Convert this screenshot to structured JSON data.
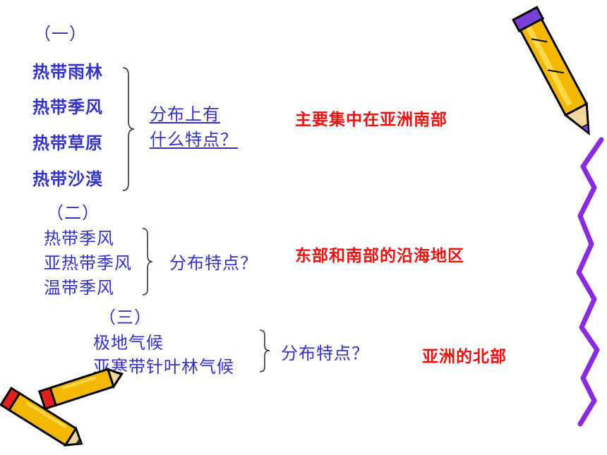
{
  "section1": {
    "heading": "（一）",
    "items": [
      "热带雨林",
      "热带季风",
      "热带草原",
      "热带沙漠"
    ],
    "question_line1": "分布上有",
    "question_line2": "什么特点？",
    "answer": "主要集中在亚洲南部"
  },
  "section2": {
    "heading": "（二）",
    "items": [
      "热带季风",
      "亚热带季风",
      "温带季风"
    ],
    "question": "分布特点？",
    "answer": "东部和南部的沿海地区"
  },
  "section3": {
    "heading": "（三）",
    "items": [
      "极地气候",
      "亚寒带针叶林气候"
    ],
    "question": "分布特点？",
    "answer": "亚洲的北部"
  },
  "colors": {
    "text_blue": "#3333cc",
    "answer_red": "#ee1111",
    "squiggle_purple": "#8a2be2",
    "pencil_yellow": "#f5b800"
  }
}
